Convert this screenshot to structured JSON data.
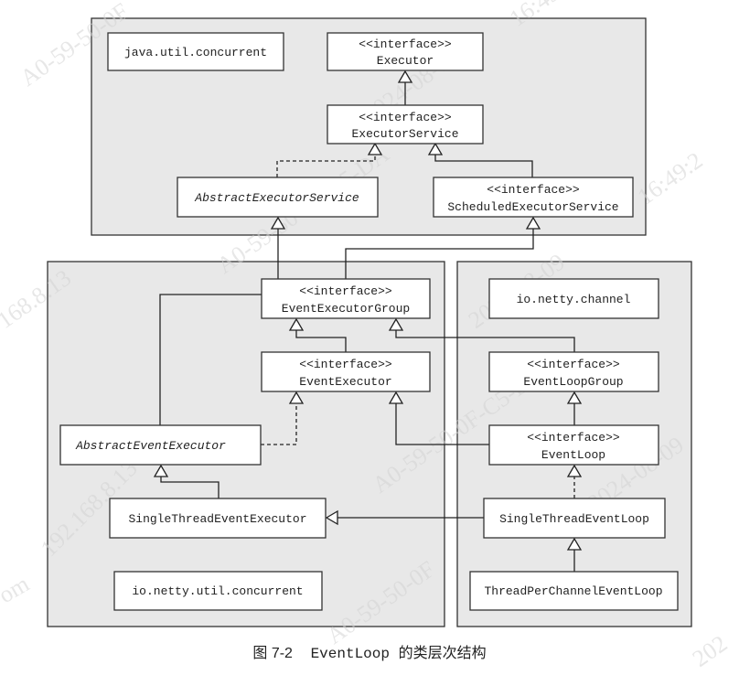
{
  "caption": {
    "figure_number": "图 7-2",
    "code_term": "EventLoop",
    "description": " 的类层次结构"
  },
  "packages": [
    {
      "id": "java_util_concurrent",
      "label": "java.util.concurrent"
    },
    {
      "id": "io_netty_util_concurrent",
      "label": "io.netty.util.concurrent"
    },
    {
      "id": "io_netty_channel",
      "label": "io.netty.channel"
    }
  ],
  "classes": [
    {
      "id": "Executor",
      "stereotype": "<<interface>>",
      "name": "Executor",
      "abstract": false
    },
    {
      "id": "ExecutorService",
      "stereotype": "<<interface>>",
      "name": "ExecutorService",
      "abstract": false
    },
    {
      "id": "AbstractExecutorService",
      "stereotype": "",
      "name": "AbstractExecutorService",
      "abstract": true
    },
    {
      "id": "ScheduledExecutorService",
      "stereotype": "<<interface>>",
      "name": "ScheduledExecutorService",
      "abstract": false
    },
    {
      "id": "EventExecutorGroup",
      "stereotype": "<<interface>>",
      "name": "EventExecutorGroup",
      "abstract": false
    },
    {
      "id": "EventExecutor",
      "stereotype": "<<interface>>",
      "name": "EventExecutor",
      "abstract": false
    },
    {
      "id": "AbstractEventExecutor",
      "stereotype": "",
      "name": "AbstractEventExecutor",
      "abstract": true
    },
    {
      "id": "SingleThreadEventExecutor",
      "stereotype": "",
      "name": "SingleThreadEventExecutor",
      "abstract": false
    },
    {
      "id": "EventLoopGroup",
      "stereotype": "<<interface>>",
      "name": "EventLoopGroup",
      "abstract": false
    },
    {
      "id": "EventLoop",
      "stereotype": "<<interface>>",
      "name": "EventLoop",
      "abstract": false
    },
    {
      "id": "SingleThreadEventLoop",
      "stereotype": "",
      "name": "SingleThreadEventLoop",
      "abstract": false
    },
    {
      "id": "ThreadPerChannelEventLoop",
      "stereotype": "",
      "name": "ThreadPerChannelEventLoop",
      "abstract": false
    }
  ],
  "relations": [
    {
      "from": "ExecutorService",
      "to": "Executor",
      "type": "generalization"
    },
    {
      "from": "AbstractExecutorService",
      "to": "ExecutorService",
      "type": "realization"
    },
    {
      "from": "ScheduledExecutorService",
      "to": "ExecutorService",
      "type": "generalization"
    },
    {
      "from": "EventExecutorGroup",
      "to": "AbstractExecutorService",
      "type": "generalization"
    },
    {
      "from": "EventExecutorGroup",
      "to": "ScheduledExecutorService",
      "type": "generalization"
    },
    {
      "from": "EventExecutor",
      "to": "EventExecutorGroup",
      "type": "generalization"
    },
    {
      "from": "AbstractEventExecutor",
      "to": "EventExecutorGroup",
      "type": "association"
    },
    {
      "from": "AbstractEventExecutor",
      "to": "EventExecutor",
      "type": "realization"
    },
    {
      "from": "SingleThreadEventExecutor",
      "to": "AbstractEventExecutor",
      "type": "generalization"
    },
    {
      "from": "EventLoopGroup",
      "to": "EventExecutorGroup",
      "type": "generalization"
    },
    {
      "from": "EventLoop",
      "to": "EventLoopGroup",
      "type": "generalization"
    },
    {
      "from": "EventLoop",
      "to": "EventExecutor",
      "type": "generalization"
    },
    {
      "from": "SingleThreadEventLoop",
      "to": "EventLoop",
      "type": "realization"
    },
    {
      "from": "SingleThreadEventLoop",
      "to": "SingleThreadEventExecutor",
      "type": "generalization"
    },
    {
      "from": "ThreadPerChannelEventLoop",
      "to": "SingleThreadEventLoop",
      "type": "generalization"
    }
  ],
  "watermarks": [
    "A0-59-50-0F",
    "16:49:2",
    "2024-08-09",
    "A0-59-50-0F-C5-DA",
    "168.8.13",
    "192.168.8.13",
    "om",
    "202"
  ]
}
